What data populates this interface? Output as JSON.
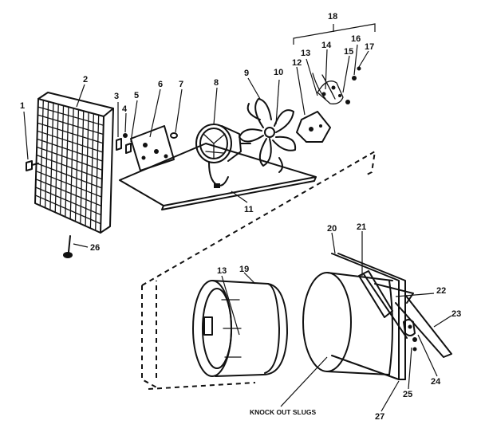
{
  "diagram": {
    "callouts": [
      {
        "id": "c1",
        "label": "1"
      },
      {
        "id": "c2",
        "label": "2"
      },
      {
        "id": "c3",
        "label": "3"
      },
      {
        "id": "c4",
        "label": "4"
      },
      {
        "id": "c5",
        "label": "5"
      },
      {
        "id": "c6",
        "label": "6"
      },
      {
        "id": "c7",
        "label": "7"
      },
      {
        "id": "c8",
        "label": "8"
      },
      {
        "id": "c9",
        "label": "9"
      },
      {
        "id": "c10",
        "label": "10"
      },
      {
        "id": "c11",
        "label": "11"
      },
      {
        "id": "c12",
        "label": "12"
      },
      {
        "id": "c13a",
        "label": "13"
      },
      {
        "id": "c13b",
        "label": "13"
      },
      {
        "id": "c14",
        "label": "14"
      },
      {
        "id": "c15",
        "label": "15"
      },
      {
        "id": "c16",
        "label": "16"
      },
      {
        "id": "c17",
        "label": "17"
      },
      {
        "id": "c18",
        "label": "18"
      },
      {
        "id": "c19",
        "label": "19"
      },
      {
        "id": "c20",
        "label": "20"
      },
      {
        "id": "c21",
        "label": "21"
      },
      {
        "id": "c22",
        "label": "22"
      },
      {
        "id": "c23",
        "label": "23"
      },
      {
        "id": "c24",
        "label": "24"
      },
      {
        "id": "c25",
        "label": "25"
      },
      {
        "id": "c26",
        "label": "26"
      },
      {
        "id": "c27",
        "label": "27"
      }
    ],
    "caption": "KNOCK OUT SLUGS"
  }
}
